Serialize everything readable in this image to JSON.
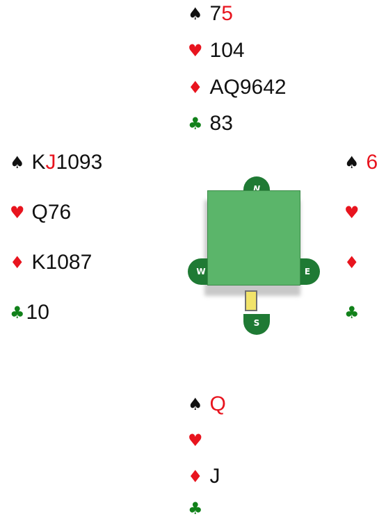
{
  "suit_symbols": {
    "spades": "♠",
    "hearts": "♥",
    "diamonds": "♦",
    "clubs": "♣"
  },
  "colors": {
    "spades": "#111111",
    "hearts": "#e8141e",
    "diamonds": "#e8141e",
    "clubs": "#11811a",
    "played_card_highlight": "#e8141e",
    "table_felt": "#5bb56a",
    "compass_tabs": "#1f7a34",
    "turn_marker": "#f1e36a"
  },
  "hands": {
    "north": {
      "spades": {
        "before": "7",
        "highlight": "5",
        "after": ""
      },
      "hearts": "104",
      "diamonds": "AQ9642",
      "clubs": "83"
    },
    "west": {
      "spades": {
        "before": "K",
        "highlight": "J",
        "after": "1093"
      },
      "hearts": "Q76",
      "diamonds": "K1087",
      "clubs": "10"
    },
    "east": {
      "spades": {
        "before": "",
        "highlight": "6",
        "after": ""
      },
      "hearts": "",
      "diamonds": "",
      "clubs": ""
    },
    "south": {
      "spades": {
        "before": "",
        "highlight": "Q",
        "after": ""
      },
      "hearts": "",
      "diamonds": "J",
      "clubs": ""
    }
  },
  "compass": {
    "north_label": "N",
    "south_label": "S",
    "west_label": "W",
    "east_label": "E",
    "turn": "south"
  }
}
